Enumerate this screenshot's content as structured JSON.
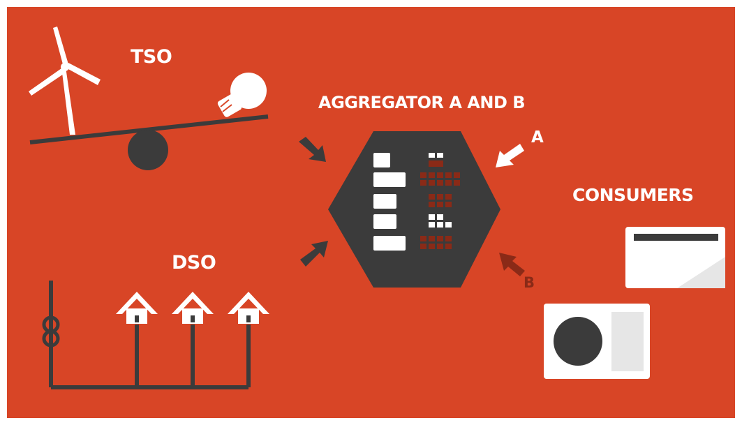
{
  "labels": {
    "tso": "TSO",
    "aggregator": "AGGREGATOR A AND B",
    "consumers": "CONSUMERS",
    "dso": "DSO",
    "arrow_a": "A",
    "arrow_b": "B"
  },
  "colors": {
    "background": "#d84526",
    "dark": "#3b3b3b",
    "white": "#ffffff",
    "light_gray": "#e6e6e6",
    "dark_red": "#8a2a17"
  },
  "icons": [
    "wind-turbine-icon",
    "light-bulb-icon",
    "seesaw-icon",
    "aggregator-hexagon-icon",
    "transformer-icon",
    "house-icon",
    "air-conditioner-icon",
    "heat-pump-icon",
    "arrow-icon"
  ]
}
